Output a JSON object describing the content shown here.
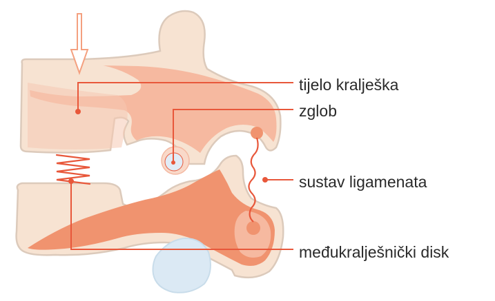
{
  "labels": {
    "vertebral_body": "tijelo kralješka",
    "joint": "zglob",
    "ligament_system": "sustav ligamenata",
    "intervertebral_disc": "međukralješnički disk"
  },
  "colors": {
    "bone_light": "#f7e3d2",
    "bone_outline": "#dccabb",
    "bone_inner": "#f6b9a0",
    "bone_dark": "#f0936f",
    "accent_red": "#e8573a",
    "spinal_canal_blue": "#dbe9f4",
    "arrow_outline": "#f4a07f"
  }
}
